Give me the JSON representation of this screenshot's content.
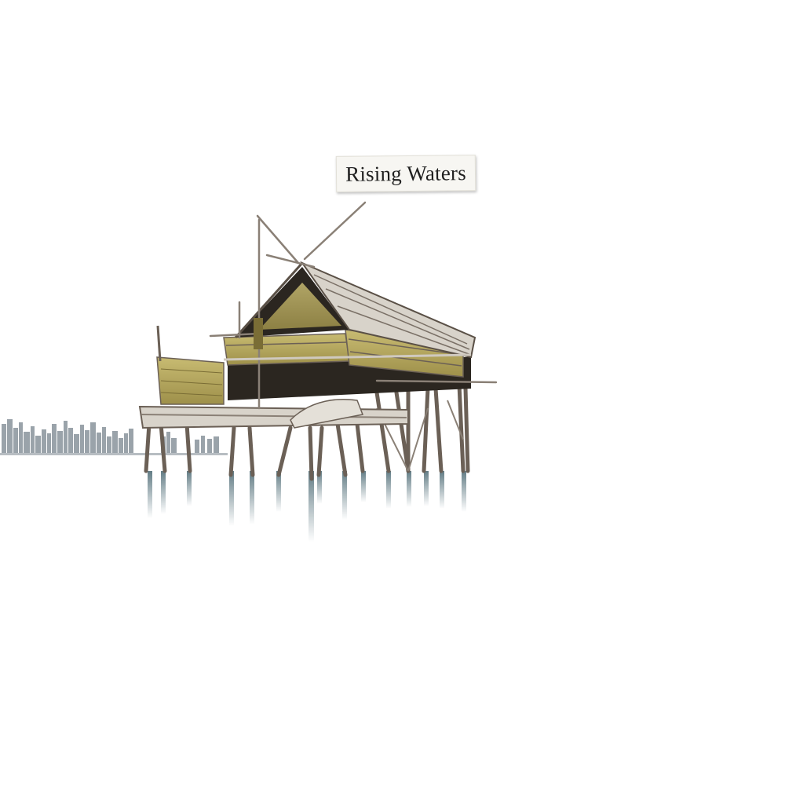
{
  "title": "Rising Waters",
  "colors": {
    "thatch": "#b9aa5e",
    "thatch_dark": "#8a7d3c",
    "wood": "#5a5046",
    "wood_light": "#cfc9bf",
    "interior": "#2b2620",
    "water_reflection": "#3f5f6a",
    "skyline": "#9aa3aa"
  },
  "icons": [
    "stilt-house-illustration",
    "city-skyline-illustration"
  ]
}
